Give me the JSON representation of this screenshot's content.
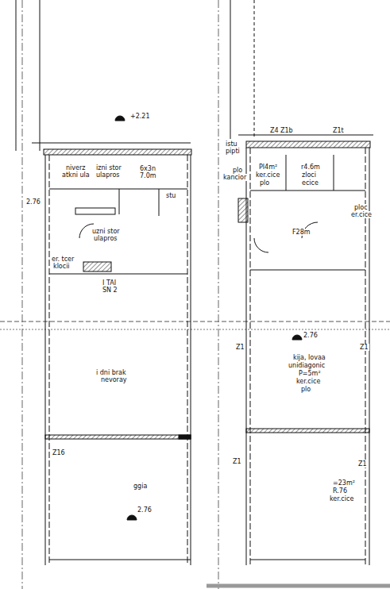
{
  "diagram": {
    "labels": [
      "+2.21",
      "niverz",
      "atkni ula",
      "izni stor",
      "ulapros",
      "6x3n",
      "7.0m",
      "stu",
      "2.76",
      "uzni stor",
      "ulapros",
      "er. tcer",
      "klocii",
      "I TAI",
      "SN 2",
      "i dni brak",
      "nevoray",
      "Z16",
      "ggia",
      "2.76",
      "istu",
      "pipti",
      "Z4",
      "Z1b",
      "Z1t",
      "plo",
      "kancior",
      "Pl4m²",
      "ker.cice",
      "plo",
      "r4.6m",
      "zloci",
      "ecice",
      "ploc",
      "er.cice",
      "F28m",
      "2.76",
      "kija, lovaa",
      "unidiagonic",
      "P=5m²",
      "ker.cice",
      "plo",
      "Z1",
      "Z1",
      "=23m²",
      "R.76",
      "ker.cice",
      "Z1",
      "Z1"
    ]
  }
}
